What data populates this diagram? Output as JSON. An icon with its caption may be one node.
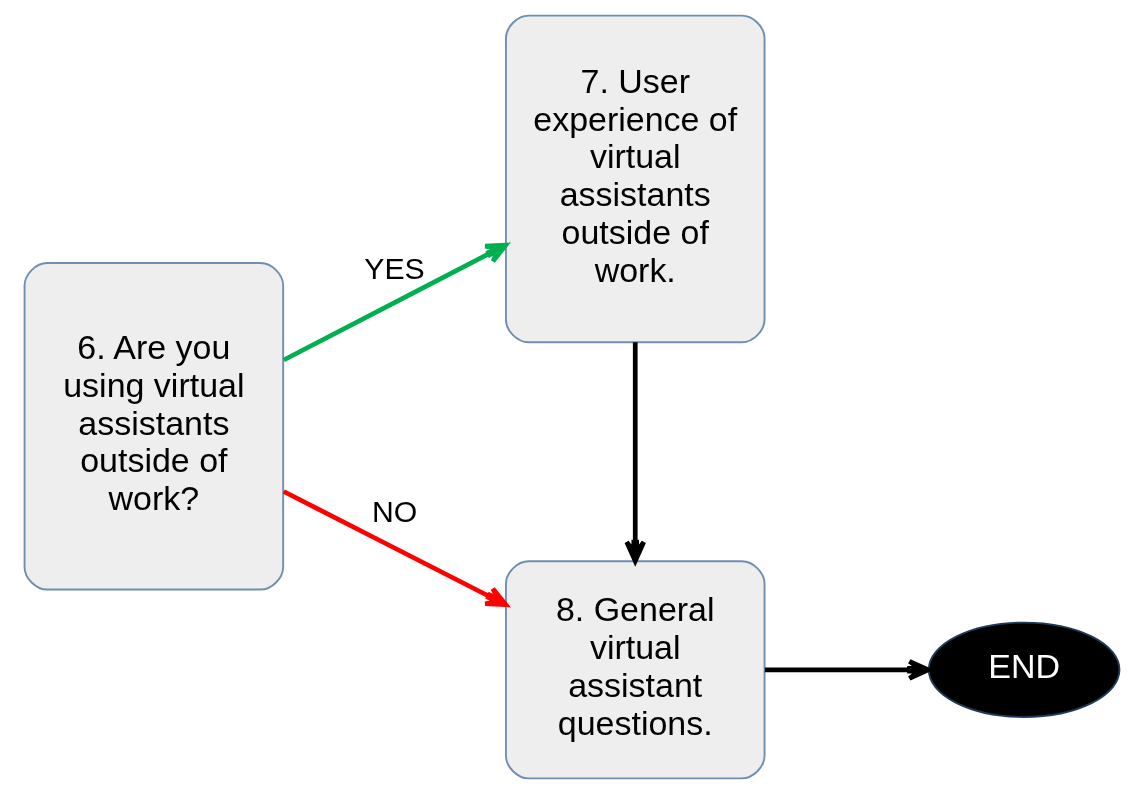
{
  "diagram": {
    "nodes": [
      {
        "text": [
          "6. Are you using virtual assistants outside of work?"
        ]
      },
      {
        "text": [
          "7. User experience of virtual assistants outside of work."
        ]
      },
      {
        "text": [
          "8. General virtual assistant questions."
        ]
      },
      {
        "text": [
          "END"
        ]
      }
    ],
    "edges": [
      {
        "from": 0,
        "to": 1,
        "arrow": "to",
        "label": "YES",
        "color": "#00b050"
      },
      {
        "from": 0,
        "to": 2,
        "arrow": "to",
        "label": "NO",
        "color": "#ff0000"
      },
      {
        "from": 1,
        "to": 2,
        "arrow": "to"
      },
      {
        "from": 2,
        "to": 3,
        "arrow": "to"
      }
    ]
  }
}
